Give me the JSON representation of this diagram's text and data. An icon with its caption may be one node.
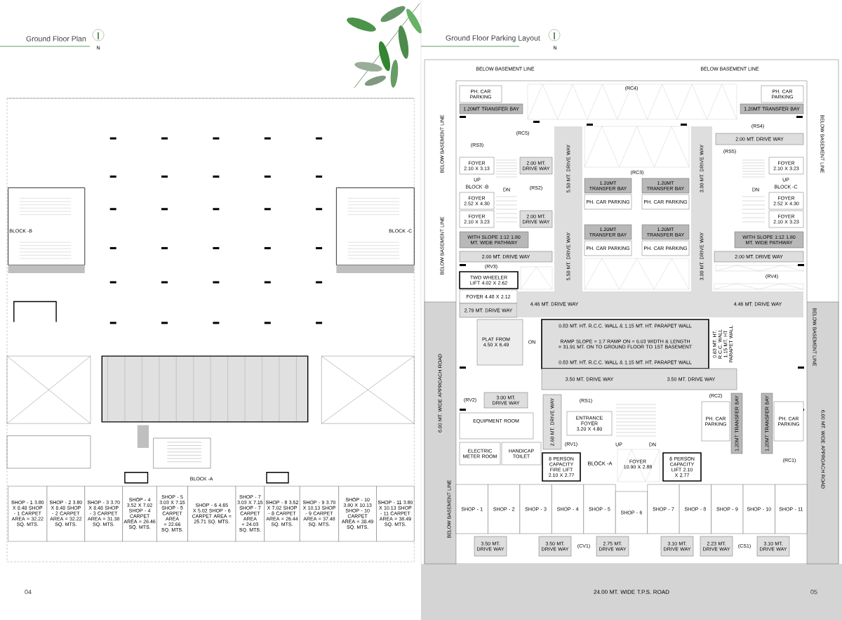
{
  "diagram": {
    "nodes": [
      {
        "text": [
          "SHOP - 1 3.80 X 8.48 SHOP - 1 CARPET AREA = 32.22 SQ. MTS."
        ]
      },
      {
        "text": [
          "SHOP - 2 3.80 X 8.48 SHOP - 2 CARPET AREA = 32.22 SQ. MTS."
        ]
      },
      {
        "text": [
          "SHOP - 3 3.70 X 8.48 SHOP - 3 CARPET AREA = 31.38 SQ. MTS."
        ]
      },
      {
        "text": [
          "SHOP - 4 3.52 X 7.02 SHOP - 4 CARPET AREA = 26.46 SQ. MTS."
        ]
      },
      {
        "text": [
          "SHOP - 5 3.03 X 7.15 SHOP - 5 CARPET AREA = 22.66 SQ. MTS."
        ]
      },
      {
        "text": [
          "SHOP - 6 4.65 X 5.02 SHOP - 6 CARPET AREA = 25.71 SQ. MTS."
        ]
      },
      {
        "text": [
          "SHOP - 7 3.03 X 7.15 SHOP - 7 CARPET AREA = 24.03 SQ. MTS."
        ]
      },
      {
        "text": [
          "SHOP - 8 3.52 X 7.02 SHOP - 8 CARPET AREA = 26.44 SQ. MTS."
        ]
      },
      {
        "text": [
          "SHOP - 9 3.70 X 10.13 SHOP - 9 CARPET AREA = 37.48 SQ. MTS."
        ]
      },
      {
        "text": [
          "SHOP - 10 3.80 X 10.13 SHOP - 10 CARPET AREA = 38.49 SQ. MTS."
        ]
      },
      {
        "text": [
          "SHOP - 11 3.80 X 10.13 SHOP - 11 CARPET AREA = 38.49 SQ. MTS."
        ]
      },
      {
        "text": [
          "24.00 MT. WIDE T.P.S. ROAD"
        ]
      },
      {
        "text": [
          "6.00 MT. WIDE APPROACH ROAD"
        ]
      },
      {
        "text": [
          "6.00 MT. WIDE APPROACH ROAD"
        ]
      },
      {
        "text": [
          "PH. CAR PARKING"
        ]
      },
      {
        "text": [
          "1.20MT TRANSFER BAY"
        ]
      },
      {
        "text": [
          "PH. CAR PARKING"
        ]
      },
      {
        "text": [
          "1.20MT TRANSFER BAY"
        ]
      },
      {
        "text": [
          "5.50 MT. DRIVE WAY",
          "5.50 MT. DRIVE WAY"
        ]
      },
      {
        "text": [
          "3.00 MT. DRIVE WAY",
          "3.00 MT. DRIVE WAY"
        ]
      },
      {
        "text": [
          "2.00 MT. DRIVE WAY"
        ]
      },
      {
        "text": [
          "FOYER 2.10 X 3.13"
        ]
      },
      {
        "text": [
          "FOYER 2.52 X 4.30"
        ]
      },
      {
        "text": [
          "FOYER 2.10 X 3.23"
        ]
      },
      {
        "text": [
          "2.00 MT. DRIVE WAY"
        ]
      },
      {
        "text": [
          "2.00 MT. DRIVE WAY"
        ]
      },
      {
        "text": [
          "1.20MT TRANSFER BAY"
        ]
      },
      {
        "text": [
          "1.20MT TRANSFER BAY"
        ]
      },
      {
        "text": [
          "PH. CAR PARKING"
        ]
      },
      {
        "text": [
          "PH. CAR PARKING"
        ]
      },
      {
        "text": [
          "1.20MT TRANSFER BAY"
        ]
      },
      {
        "text": [
          "1.20MT TRANSFER BAY"
        ]
      },
      {
        "text": [
          "PH. CAR PARKING"
        ]
      },
      {
        "text": [
          "PH. CAR PARKING"
        ]
      },
      {
        "text": [
          "FOYER 2.10 X 3.23"
        ]
      },
      {
        "text": [
          "FOYER 2.52 X 4.30"
        ]
      },
      {
        "text": [
          "FOYER 2.10 X 3.23"
        ]
      },
      {
        "text": [
          "WITH SLOPE 1:12 1.80 MT. WIDE PATHWAY"
        ]
      },
      {
        "text": [
          "WITH SLOPE 1:12 1.80 MT. WIDE PATHWAY"
        ]
      },
      {
        "text": [
          "2.00 MT. DRIVE WAY"
        ]
      },
      {
        "text": [
          "2.00 MT. DRIVE WAY"
        ]
      },
      {
        "text": [
          "TWO WHEELER LIFT 4.02 X 2.62"
        ]
      },
      {
        "text": [
          "FOYER 4.48 X 2.12"
        ]
      },
      {
        "text": [
          "2.79 MT. DRIVE WAY"
        ]
      },
      {
        "text": [
          "4.46 MT. DRIVE WAY",
          "4.46 MT. DRIVE WAY"
        ]
      },
      {
        "text": [
          "PLAT FROM 4.50 X 6.49"
        ]
      },
      {
        "text": [
          "0.83 MT. HT. R.C.C. WALL & 1.15 MT. HT. PARAPET WALL",
          "RAMP SLOPE = 1:7 RAMP ON = 6.03 WIDTH & LENGTH = 31.91 MT. ON TO GROUND FLOOR TO 1ST BASEMENT",
          "0.83 MT. HT. R.C.C. WALL & 1.15 MT. HT. PARAPET WALL"
        ]
      },
      {
        "text": [
          "3.50 MT. DRIVE WAY",
          "3.50 MT. DRIVE WAY"
        ]
      },
      {
        "text": [
          "3.00 MT. DRIVE WAY"
        ]
      },
      {
        "text": [
          "EQUIPMENT ROOM"
        ]
      },
      {
        "text": [
          "2.60 MT. DRIVE WAY"
        ]
      },
      {
        "text": [
          "ELECTRIC METER ROOM"
        ]
      },
      {
        "text": [
          "HANDICAP TOILET"
        ]
      },
      {
        "text": [
          "8 PERSON CAPACITY FIRE LIFT 2.10 X 2.77"
        ]
      },
      {
        "text": [
          "ENTRANCE FOYER 3.20 X 4.80"
        ]
      },
      {
        "text": [
          "8 PERSON CAPACITY LIFT 2.10 X 2.77"
        ]
      },
      {
        "text": [
          "1.20MT TRANSFER BAY"
        ]
      },
      {
        "text": [
          "PH. CAR PARKING"
        ]
      },
      {
        "text": [
          "1.20MT TRANSFER BAY"
        ]
      },
      {
        "text": [
          "PH. CAR PARKING"
        ]
      },
      {
        "text": [
          "SHOP - 1"
        ]
      },
      {
        "text": [
          "SHOP - 2"
        ]
      },
      {
        "text": [
          "SHOP - 3"
        ]
      },
      {
        "text": [
          "SHOP - 4"
        ]
      },
      {
        "text": [
          "SHOP - 5"
        ]
      },
      {
        "text": [
          "SHOP - 6"
        ]
      },
      {
        "text": [
          "SHOP - 7"
        ]
      },
      {
        "text": [
          "SHOP - 8"
        ]
      },
      {
        "text": [
          "SHOP - 9"
        ]
      },
      {
        "text": [
          "SHOP - 10"
        ]
      },
      {
        "text": [
          "SHOP - 11"
        ]
      },
      {
        "text": [
          "3.50 MT. DRIVE WAY"
        ]
      },
      {
        "text": [
          "3.50 MT. DRIVE WAY"
        ]
      },
      {
        "text": [
          "2.75 MT. DRIVE WAY"
        ]
      },
      {
        "text": [
          "3.10 MT. DRIVE WAY"
        ]
      },
      {
        "text": [
          "2.23 MT. DRIVE WAY"
        ]
      },
      {
        "text": [
          "3.10 MT. DRIVE WAY"
        ]
      }
    ],
    "labels": [
      "Ground Floor Plan",
      "N",
      "BLOCK -B",
      "BLOCK -C",
      "BLOCK -A",
      "04",
      "Ground Floor Parking Layout",
      "N",
      "BELOW BASEMENT LINE",
      "BELOW BASEMENT LINE",
      "BELOW BASEMENT LINE",
      "BELOW BASEMENT LINE",
      "BELOW BASEMENT LINE",
      "BELOW BASEMENT LINE",
      "BELOW BASEMENT LINE",
      "(RC4)",
      "(RC5)",
      "(RS3)",
      "(RS4)",
      "UP",
      "BLOCK -B",
      "DN",
      "(RS2)",
      "(RC3)",
      "(RS5)",
      "UP",
      "BLOCK -C",
      "DN",
      "(RV3)",
      "(RV4)",
      "ON",
      "0.83 MT. HT. R.C.C. WALL 1.15 MT. HT PARAPET WALL",
      "(RV2)",
      "(RS1)",
      "(RV1)",
      "UP",
      "DN",
      "BLOCK -A",
      "FOYER 10.90 X 2.88",
      "(RC2)",
      "(RC1)",
      "(CV1)",
      "(CS1)",
      "05"
    ]
  }
}
